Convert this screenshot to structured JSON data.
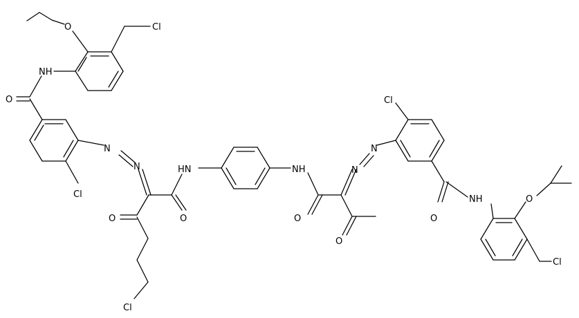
{
  "atom_labels": {
    "cl_top": "Cl",
    "nh_top": "NH",
    "o_amide_left": "O",
    "o_ether_top": "O",
    "n_azo_left_1": "N",
    "n_azo_left_2": "N",
    "cl_left_ring": "Cl",
    "o_ketone_left": "O",
    "nh_center_left": "HN",
    "o_amide_center_left": "O",
    "cl_bottom_left": "Cl",
    "nh_center_right": "NH",
    "o_amide_center_right": "O",
    "n_azo_right_1": "N",
    "n_azo_right_2": "N",
    "o_ketone_right": "O",
    "cl_right_ring": "Cl",
    "o_amide_right": "O",
    "nh_right": "NH",
    "o_ether_right": "O",
    "cl_bottom_right": "Cl"
  }
}
